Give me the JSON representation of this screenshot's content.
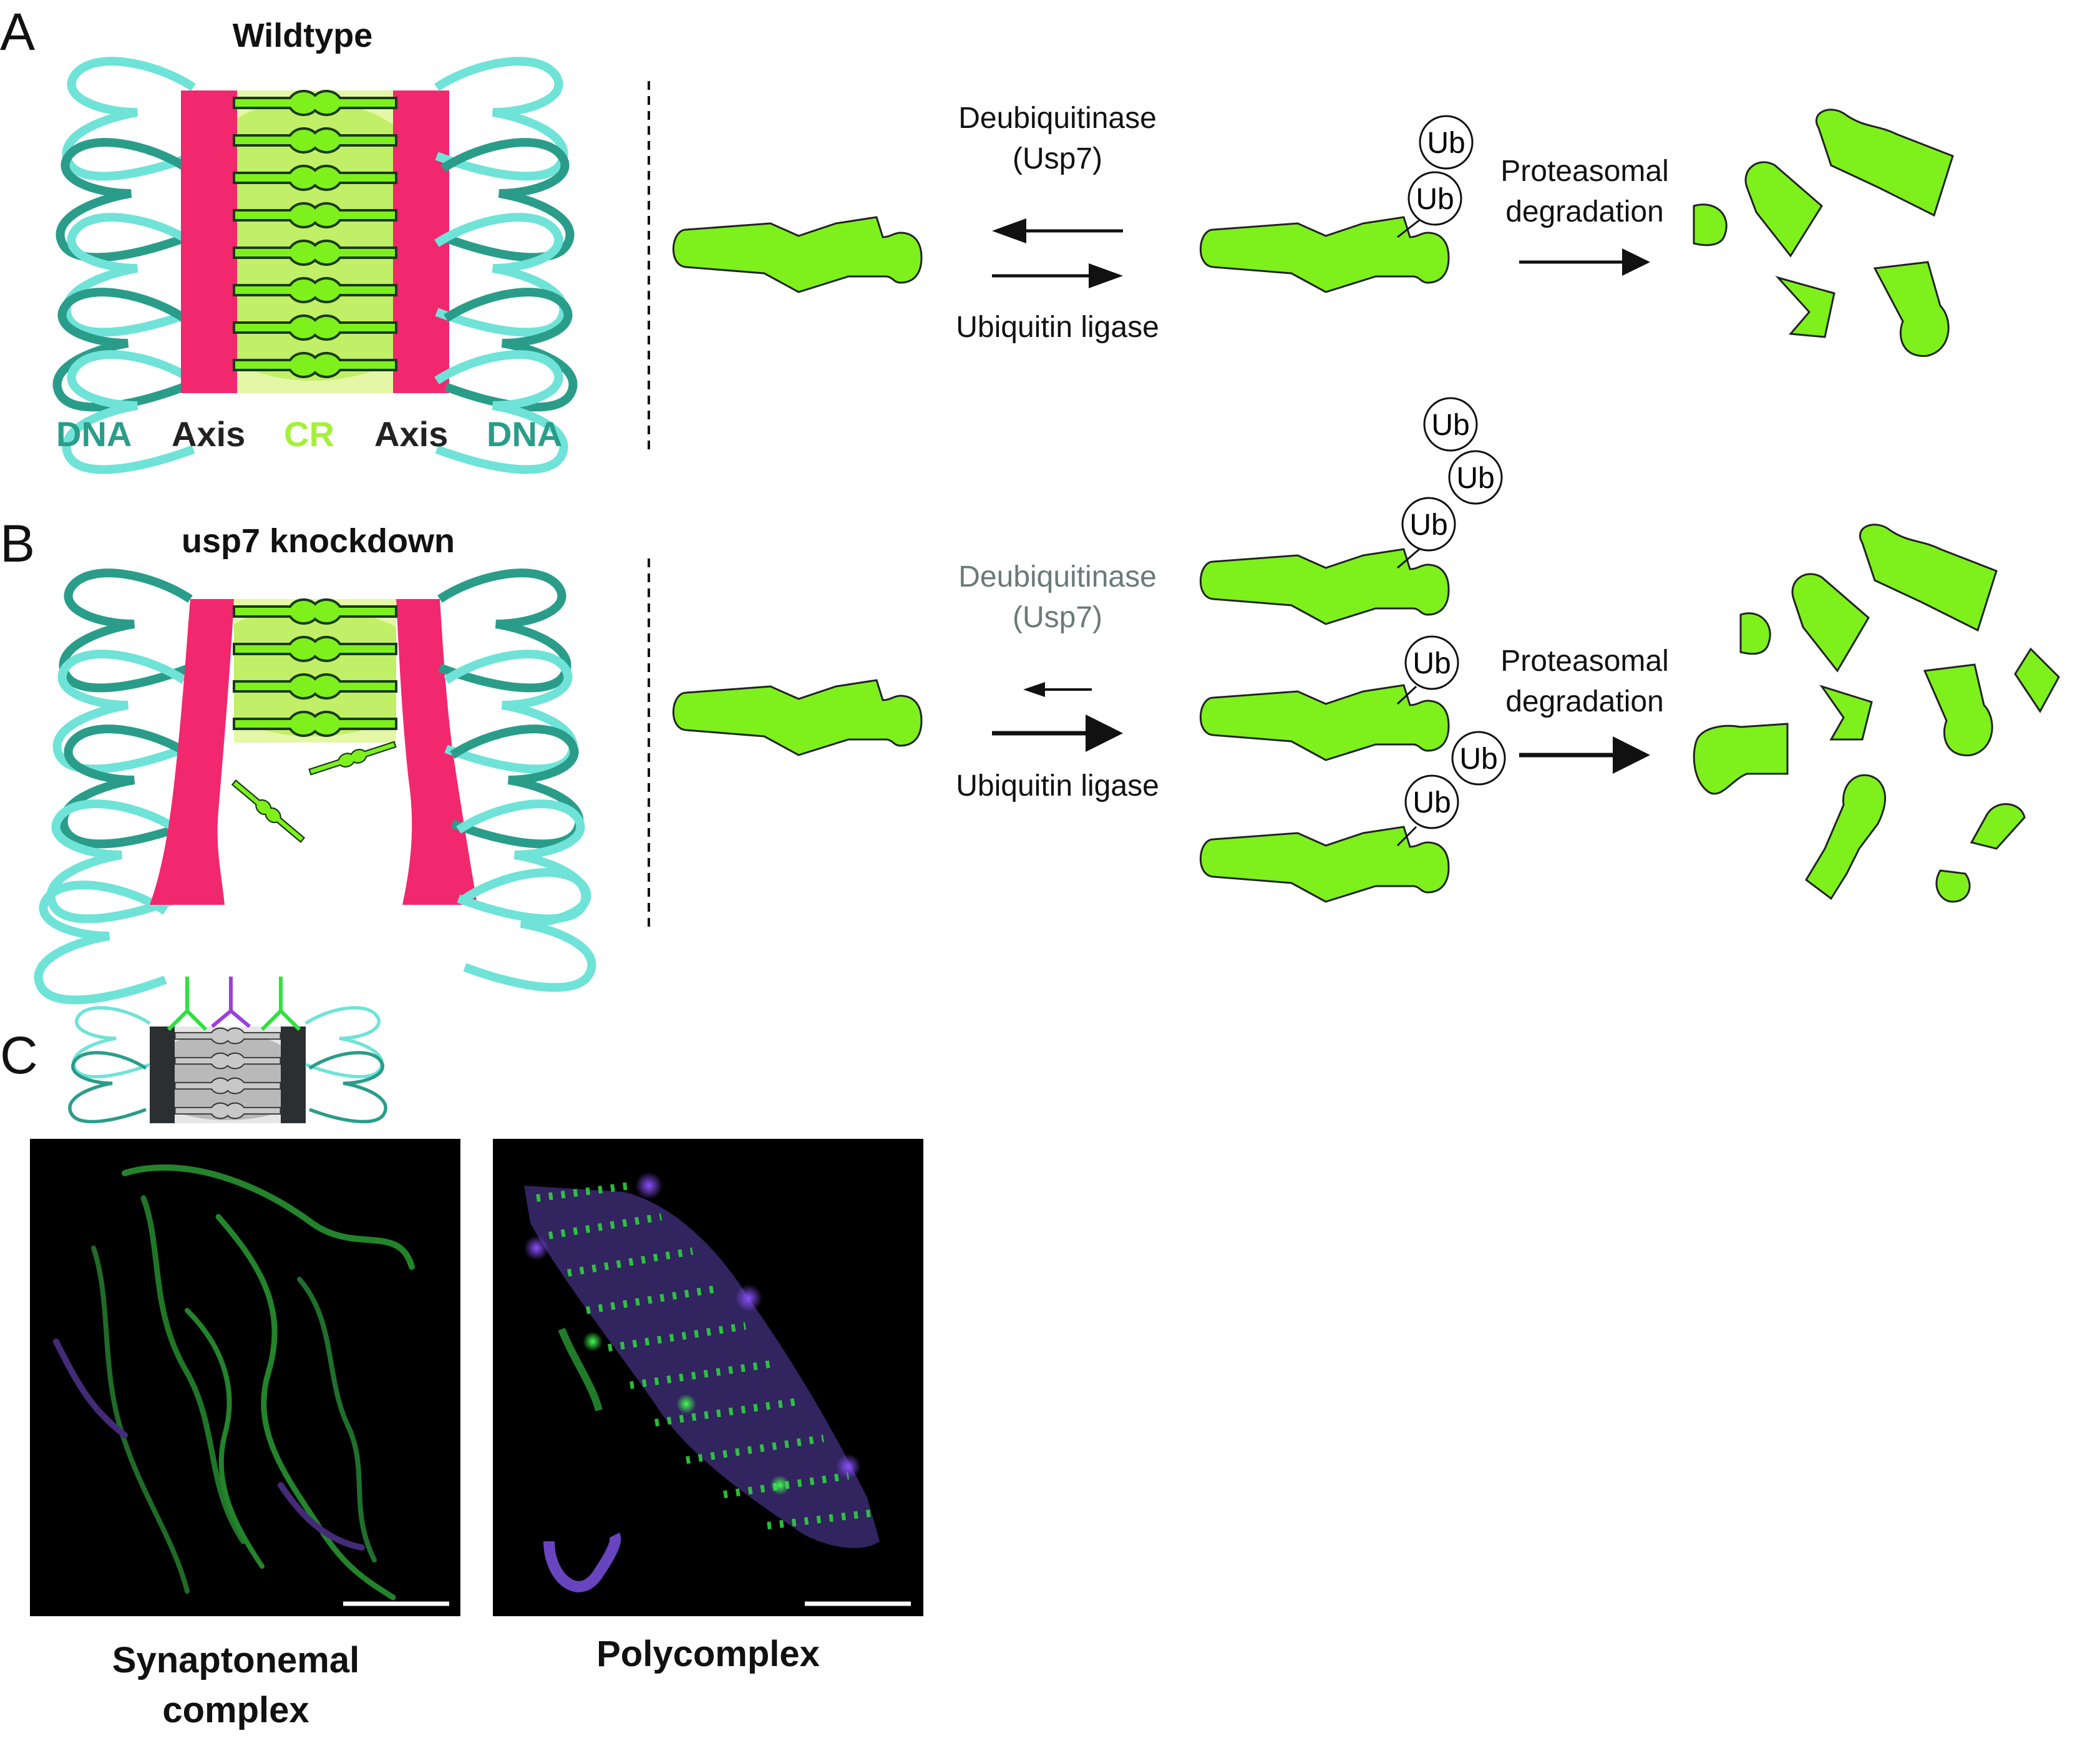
{
  "panels": {
    "a": {
      "letter": "A",
      "title": "Wildtype",
      "axis_labels": [
        "DNA",
        "Axis",
        "CR",
        "Axis",
        "DNA"
      ],
      "enzyme_label": "Deubiquitinase",
      "enzyme_name": "(Usp7)",
      "ligase_label": "Ubiquitin ligase",
      "degradation_line1": "Proteasomal",
      "degradation_line2": "degradation",
      "ub_tags": [
        "Ub",
        "Ub"
      ]
    },
    "b": {
      "letter": "B",
      "title": "usp7 knockdown",
      "enzyme_label": "Deubiquitinase",
      "enzyme_name": "(Usp7)",
      "ligase_label": "Ubiquitin ligase",
      "degradation_line1": "Proteasomal",
      "degradation_line2": "degradation",
      "ub_tags_top": [
        "Ub",
        "Ub",
        "Ub"
      ],
      "ub_tags_middle": [
        "Ub"
      ],
      "ub_tags_bottom": [
        "Ub",
        "Ub"
      ]
    },
    "c": {
      "letter": "C",
      "image_left_caption_line1": "Synaptonemal",
      "image_left_caption_line2": "complex",
      "image_right_caption": "Polycomplex"
    }
  },
  "colors": {
    "dna_dark": "#2a9d8a",
    "dna_light": "#6fe3d8",
    "axis": "#f2286e",
    "cr_light": "#e4f7a6",
    "cr_mid": "#b8ec58",
    "protein": "#7ef01c",
    "antibody_green": "#30e040",
    "antibody_purple": "#9b3fe0",
    "micrograph_bg": "#000000"
  }
}
